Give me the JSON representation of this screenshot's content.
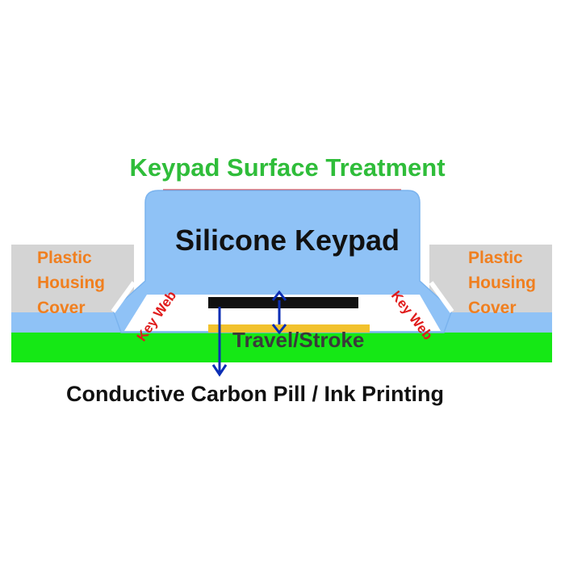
{
  "title": "Keypad Surface Treatment",
  "keypad_label": "Silicone Keypad",
  "housing_left": [
    "Plastic",
    "Housing",
    "Cover"
  ],
  "housing_right": [
    "Plastic",
    "Housing",
    "Cover"
  ],
  "key_web_left": "Key Web",
  "key_web_right": "Key Web",
  "travel_label": "Travel/Stroke",
  "bottom_label": "Conductive Carbon Pill / Ink Printing",
  "colors": {
    "title_green": "#2fbd3a",
    "housing_text_orange": "#f07f1f",
    "key_web_red": "#e01b1b",
    "keypad_blue": "#8fc2f6",
    "keypad_border": "#5d9fe2",
    "housing_gray": "#d4d4d4",
    "pcb_green": "#15e815",
    "contact_gold": "#f2c22d",
    "carbon_black": "#111111",
    "arrow_blue": "#0b2eb5",
    "surface_line_red": "#e21b1b"
  }
}
